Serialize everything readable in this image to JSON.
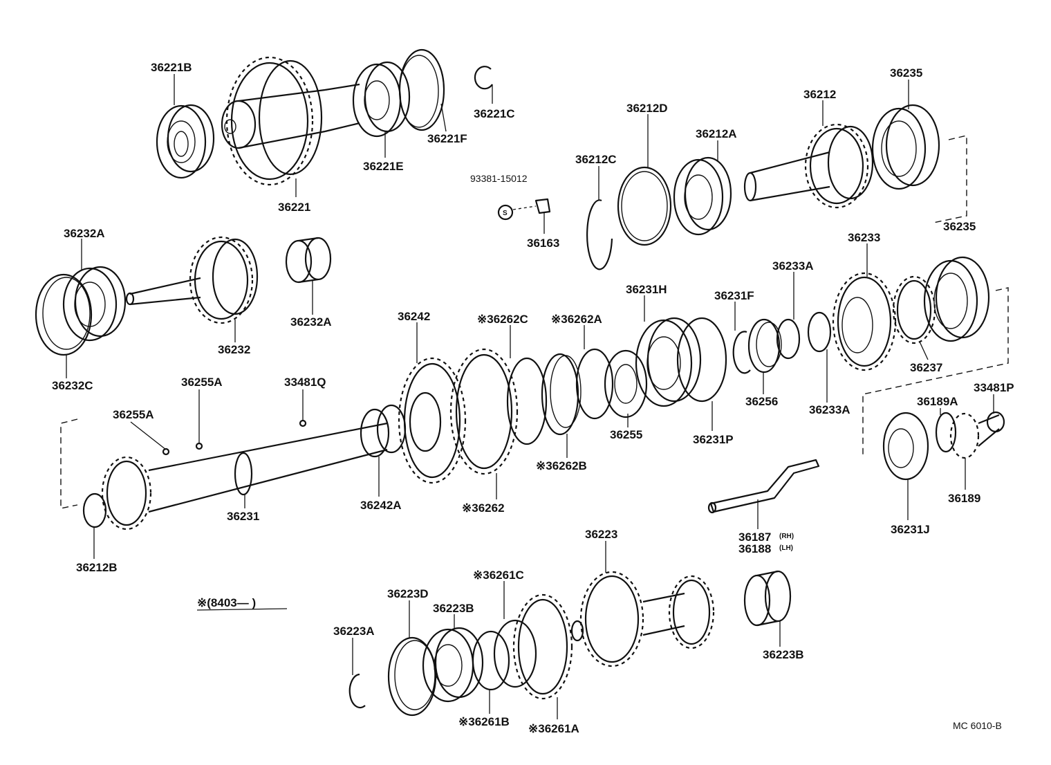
{
  "labels": {
    "p36221B": "36221B",
    "p36221": "36221",
    "p36221E": "36221E",
    "p36221F": "36221F",
    "p36221C": "36221C",
    "p93381": "93381-15012",
    "pS": "S",
    "p36163": "36163",
    "p36212C": "36212C",
    "p36212D": "36212D",
    "p36212A": "36212A",
    "p36212": "36212",
    "p36235a": "36235",
    "p36235b": "36235",
    "p36232Aa": "36232A",
    "p36232Ab": "36232A",
    "p36232": "36232",
    "p36232C": "36232C",
    "p36242": "36242",
    "p36262C": "※36262C",
    "p36262A": "※36262A",
    "p36231H": "36231H",
    "p36231F": "36231F",
    "p36233A1": "36233A",
    "p36233": "36233",
    "p36237": "36237",
    "p36256": "36256",
    "p36233A2": "36233A",
    "p36255Aa": "36255A",
    "p36255Ab": "36255A",
    "p33481Q": "33481Q",
    "p36255": "36255",
    "p36231P": "36231P",
    "p36189A": "36189A",
    "p33481P": "33481P",
    "p36262B": "※36262B",
    "p36242A": "36242A",
    "p36262": "※36262",
    "p36231": "36231",
    "p36212B": "36212B",
    "p36189": "36189",
    "p36231J": "36231J",
    "p36187": "36187",
    "p36187side": "(RH)",
    "p36188": "36188",
    "p36188side": "(LH)",
    "p36223": "36223",
    "p36261C": "※36261C",
    "p36223D": "36223D",
    "p36223B1": "36223B",
    "p36223A": "36223A",
    "p36223B2": "36223B",
    "p36261B": "※36261B",
    "p36261A": "※36261A",
    "note": "※(8403—      )",
    "code": "MC  6010-B"
  }
}
